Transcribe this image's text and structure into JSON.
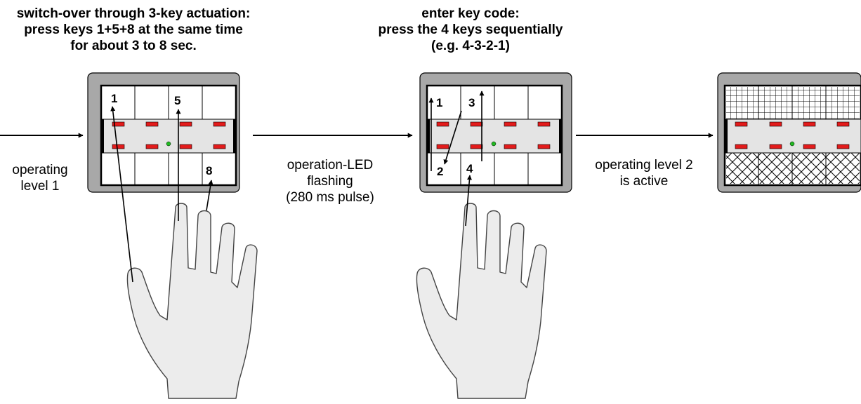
{
  "headings": {
    "left": [
      "switch-over through 3-key actuation:",
      "press keys 1+5+8 at the same time",
      "for about 3 to 8 sec."
    ],
    "middle": [
      "enter key code:",
      "press the 4 keys sequentially",
      "(e.g. 4-3-2-1)"
    ]
  },
  "captions": {
    "level1": [
      "operating",
      "level 1"
    ],
    "flashing": [
      "operation-LED",
      "flashing",
      "(280 ms pulse)"
    ],
    "level2": [
      "operating level 2",
      "is active"
    ]
  },
  "keys": {
    "panel1": [
      "1",
      "5",
      "8"
    ],
    "panel2": [
      "1",
      "3",
      "2",
      "4"
    ]
  },
  "colors": {
    "led_bar": "#e31b1b",
    "status_led": "#22bb22",
    "bezel": "#a8a8a8",
    "panel_strip": "#e4e4e4",
    "ink": "#000000"
  },
  "icons": [
    "right-arrow-icon",
    "hand-icon",
    "keypad-panel-icon"
  ]
}
